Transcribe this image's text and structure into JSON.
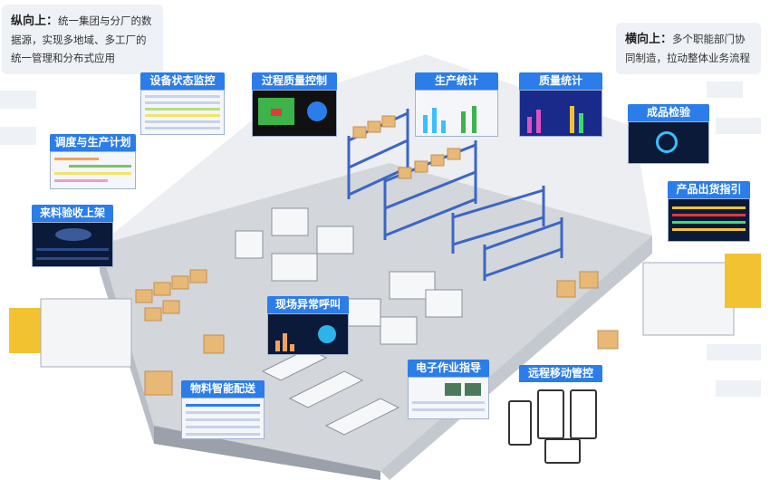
{
  "notes": {
    "vertical": {
      "title": "纵向上：",
      "text": "统一集团与分厂的数据源，实现多地域、多工厂的统一管理和分布式应用"
    },
    "horizontal": {
      "title": "横向上：",
      "text": "多个职能部门协同制造，拉动整体业务流程"
    }
  },
  "modules": [
    {
      "label": "设备状态监控"
    },
    {
      "label": "过程质量控制"
    },
    {
      "label": "生产统计"
    },
    {
      "label": "质量统计"
    },
    {
      "label": "成品检验"
    },
    {
      "label": "调度与生产计划"
    },
    {
      "label": "来料验收上架"
    },
    {
      "label": "产品出货指引"
    },
    {
      "label": "现场异常呼叫"
    },
    {
      "label": "电子作业指导"
    },
    {
      "label": "远程移动管控"
    },
    {
      "label": "物料智能配送"
    }
  ],
  "colors": {
    "accent": "#2b7de9",
    "floor": "#d4d6da",
    "wall": "#eceef1",
    "box": "#e8b877"
  }
}
